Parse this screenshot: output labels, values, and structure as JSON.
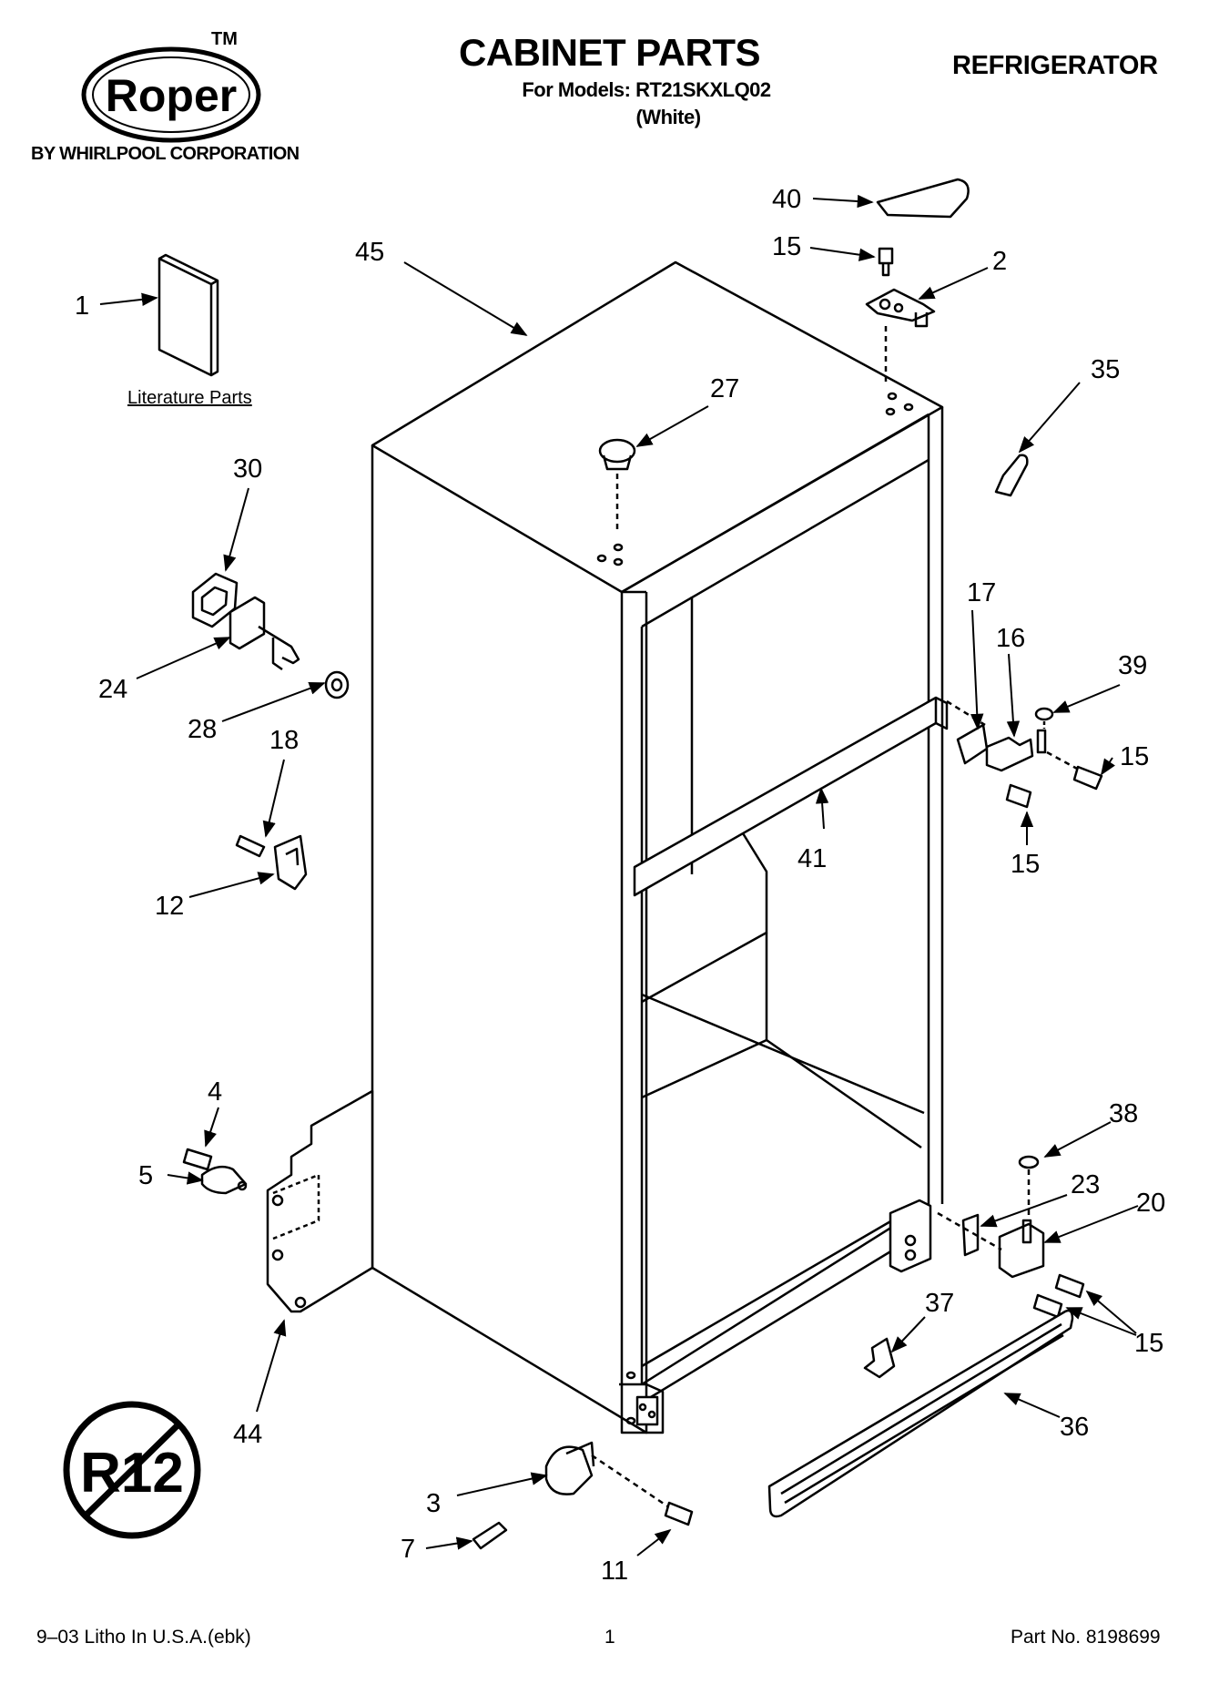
{
  "brand": {
    "logo_text": "Roper",
    "trademark": "TM",
    "byline": "BY WHIRLPOOL CORPORATION"
  },
  "header": {
    "title": "CABINET PARTS",
    "models": "For Models: RT21SKXLQ02",
    "color": "(White)",
    "category": "REFRIGERATOR"
  },
  "literature_label": "Literature Parts",
  "callouts": [
    "1",
    "45",
    "27",
    "40",
    "15",
    "2",
    "35",
    "30",
    "24",
    "28",
    "18",
    "12",
    "17",
    "16",
    "39",
    "15",
    "41",
    "15",
    "4",
    "5",
    "44",
    "38",
    "23",
    "20",
    "37",
    "15",
    "36",
    "3",
    "7",
    "11"
  ],
  "badge_text": "R12",
  "footer": {
    "left": "9–03 Litho In U.S.A.(ebk)",
    "page": "1",
    "part_no": "Part No. 8198699"
  },
  "colors": {
    "line": "#000000",
    "background": "#ffffff"
  }
}
